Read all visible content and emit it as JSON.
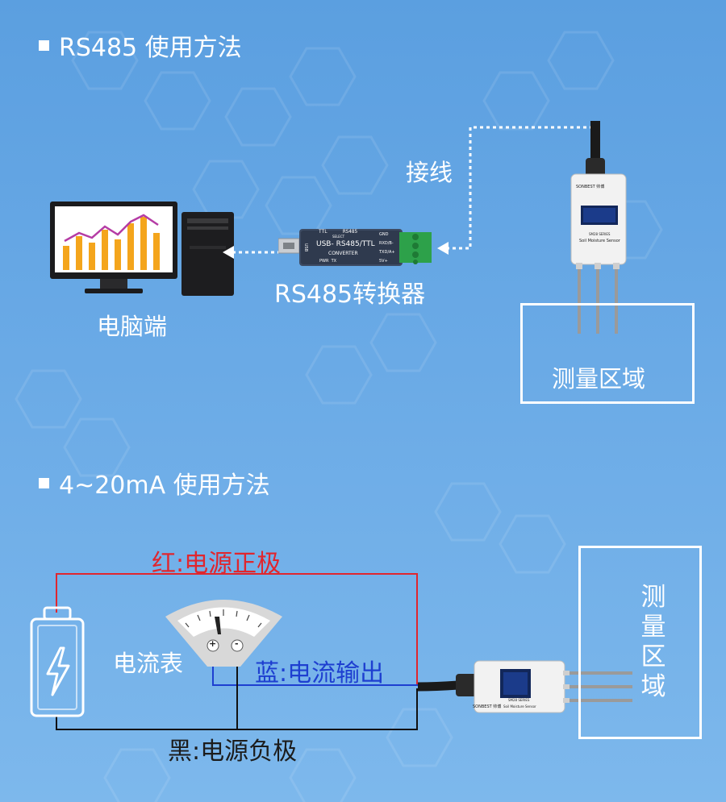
{
  "rs485_section": {
    "title": "RS485 使用方法",
    "computer_label": "电脑端",
    "converter_label": "RS485转换器",
    "wiring_label": "接线",
    "measure_area_label": "测量区域",
    "converter_device": {
      "top_text_left": "TTL",
      "top_text_right": "RS485",
      "top_text_select": "SELECT",
      "main_text": "USB- RS485/TTL",
      "sub_text": "CONVERTER",
      "pins": [
        "GND",
        "RXD/B-",
        "TXD/A+",
        "5V+"
      ],
      "side_text": "USB",
      "led_text": "PWR  TX"
    },
    "sensor_device": {
      "brand": "SONBEST 帅博",
      "series": "SM28 SERIES",
      "name": "Soil Moisture Sensor"
    }
  },
  "ma_section": {
    "title": "4~20mA 使用方法",
    "red_wire_label": "红:电源正极",
    "blue_wire_label": "蓝:电流输出",
    "black_wire_label": "黑:电源负极",
    "ammeter_label": "电流表",
    "measure_area_label": "测量区域",
    "ammeter_plus": "+",
    "ammeter_minus": "-",
    "sensor_device": {
      "brand": "SONBEST 帅博",
      "series": "SM28 SERIES",
      "name": "Soil Moisture Sensor"
    }
  },
  "colors": {
    "background_top": "#5b9fe0",
    "background_bottom": "#7db8ec",
    "red_wire": "#e0262e",
    "blue_wire": "#1e3fd0",
    "black_wire": "#111111"
  }
}
